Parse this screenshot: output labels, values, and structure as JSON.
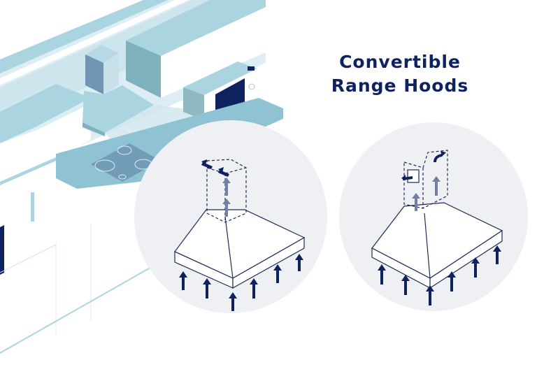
{
  "title": {
    "line1": "Convertible",
    "line2": "Range Hoods"
  },
  "colors": {
    "navy": "#0f2260",
    "light_blue": "#a9d4e0",
    "mid_blue": "#8fc3d3",
    "steel_blue": "#6f95b3",
    "pale_blue": "#dcedf4",
    "circle_bg": "#eff0f3",
    "white": "#ffffff"
  },
  "scene": {
    "kitchen": {
      "elements": [
        "upper-cabinets",
        "chimney-range-hood",
        "microwave",
        "cooktop",
        "base-cabinets",
        "refrigerator"
      ]
    },
    "diagrams": [
      {
        "name": "ducted-hood",
        "airflow": "vertical-exhaust",
        "up_arrows": 6
      },
      {
        "name": "ductless-hood",
        "airflow": "recirculating",
        "up_arrows": 6
      }
    ]
  }
}
